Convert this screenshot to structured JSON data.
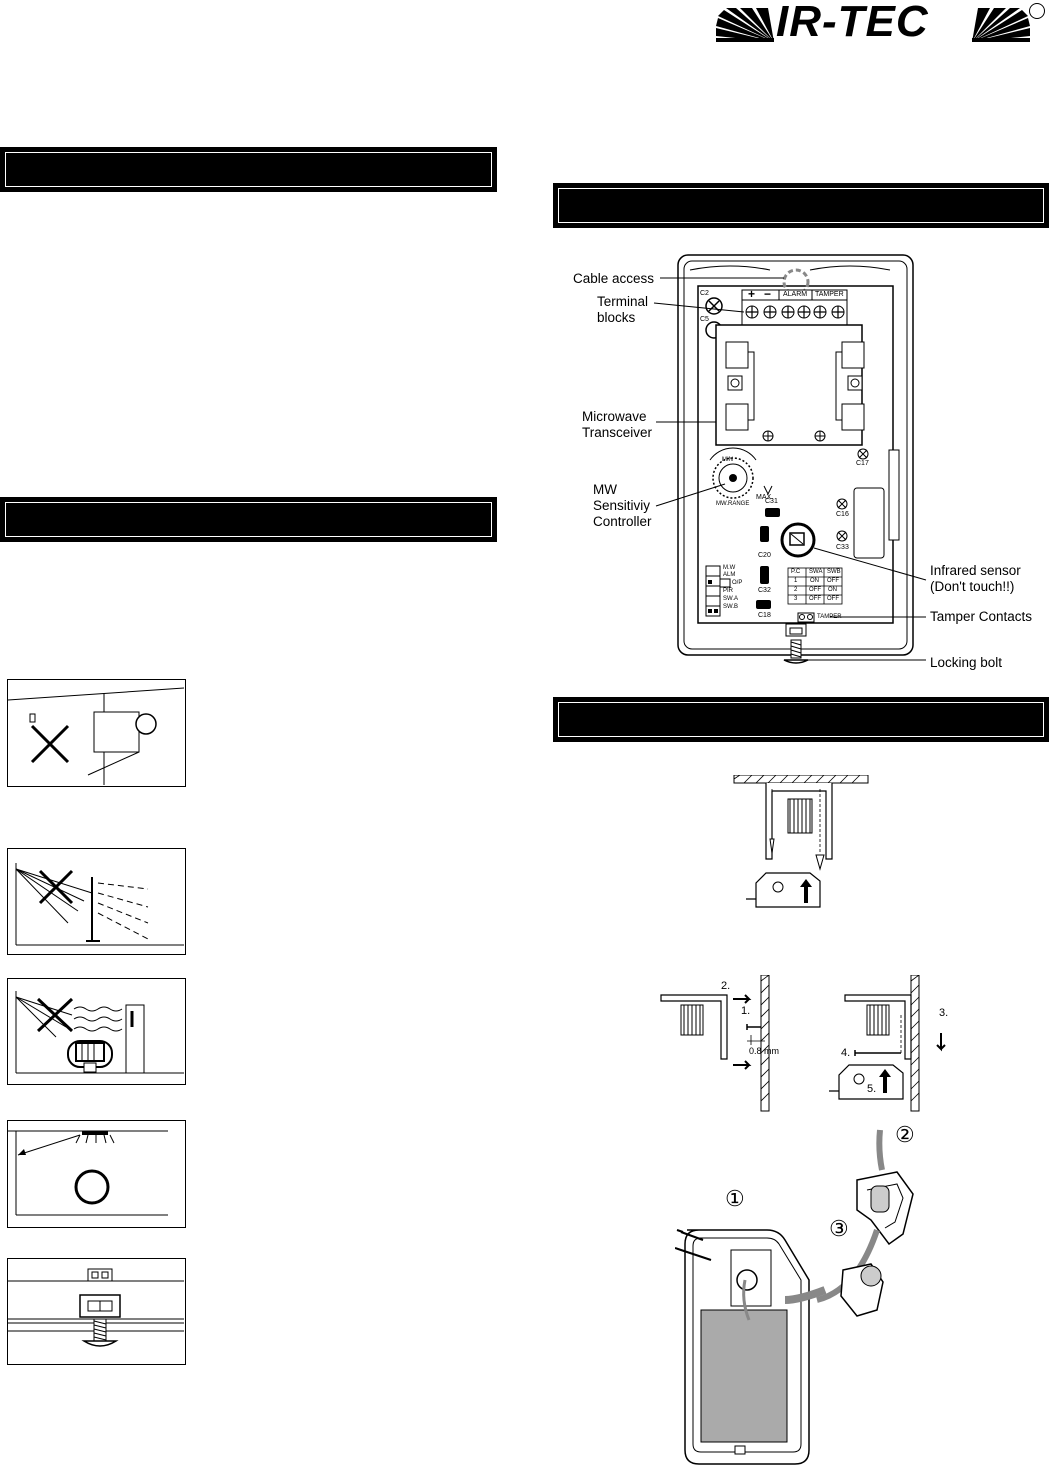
{
  "logo": {
    "text": "IR-TEC"
  },
  "diagram_labels": {
    "cable_access": "Cable access",
    "terminal_blocks_1": "Terminal",
    "terminal_blocks_2": "blocks",
    "microwave_1": "Microwave",
    "microwave_2": "Transceiver",
    "mw_1": "MW",
    "mw_2": "Sensitiviy",
    "mw_3": "Controller",
    "infrared_1": "Infrared sensor",
    "infrared_2": "(Don't touch!!)",
    "tamper_contacts": "Tamper Contacts",
    "locking_bolt": "Locking bolt"
  },
  "board": {
    "c2": "C2",
    "c5": "C5",
    "c17": "C17",
    "c16": "C16",
    "c33": "C33",
    "c31": "C31",
    "c20": "C20",
    "c32": "C32",
    "c18": "C18",
    "plus": "+",
    "minus": "−",
    "alarm": "ALARM",
    "tamper": "TAMPER",
    "max": "MAX.",
    "mw_range": "MW.RANGE",
    "min": "MIN",
    "tamper_small": "TAMPER",
    "dip": [
      "M.W",
      "ALM",
      "O/P",
      "PIR",
      "SW.A",
      "SW.B"
    ],
    "table_header": [
      "P.C",
      "SWA",
      "SWB"
    ],
    "table_rows": [
      [
        "1",
        "ON",
        "OFF"
      ],
      [
        "2",
        "OFF",
        "ON"
      ],
      [
        "3",
        "OFF",
        "OFF"
      ]
    ]
  },
  "mount_labels": {
    "step1": "1.",
    "step2": "2.",
    "step3": "3.",
    "step4": "4.",
    "step5": "5.",
    "gap": "0.8 mm",
    "circ1": "①",
    "circ2": "②",
    "circ3": "③"
  }
}
